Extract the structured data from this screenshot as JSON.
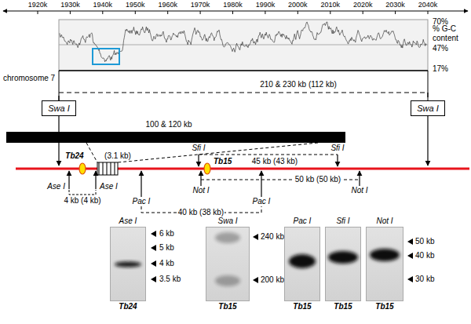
{
  "diagram": {
    "nodes": [
      {
        "text": [
          "Swa I"
        ]
      },
      {
        "text": [
          "Swa I"
        ]
      },
      {
        "text": [
          "Ase I",
          "Tb24"
        ]
      },
      {
        "text": [
          "Swa I",
          "Tb15"
        ]
      },
      {
        "text": [
          "Pac I",
          "Tb15"
        ]
      },
      {
        "text": [
          "Sfi I",
          "Tb15"
        ]
      },
      {
        "text": [
          "Not I",
          "Tb15"
        ]
      }
    ],
    "edges": [
      {
        "from": 0,
        "to": 1,
        "arrow": "none",
        "label": "210 & 230 kb (112 kb)"
      }
    ],
    "labels": [
      "1920k",
      "1930k",
      "1940k",
      "1950k",
      "1960k",
      "1970k",
      "1980k",
      "1990k",
      "2000k",
      "2010k",
      "2020k",
      "2030k",
      "2040k",
      "70%",
      "% G-C content",
      "47%",
      "17%",
      "chromosome 7",
      "100 & 120 kb",
      "Tb24",
      "(3.1 kb)",
      "Sfi I",
      "Tb15",
      "45 kb (43 kb)",
      "Sfi I",
      "50 kb (50 kb)",
      "Ase I",
      "Ase I",
      "4 kb (4 kb)",
      "Not I",
      "Not I",
      "Pac I",
      "Pac I",
      "40 kb (38 kb)",
      "6 kb",
      "5 kb",
      "4 kb",
      "3.5 kb",
      "240 kb",
      "200 kb",
      "50 kb",
      "40 kb",
      "30 kb"
    ]
  }
}
